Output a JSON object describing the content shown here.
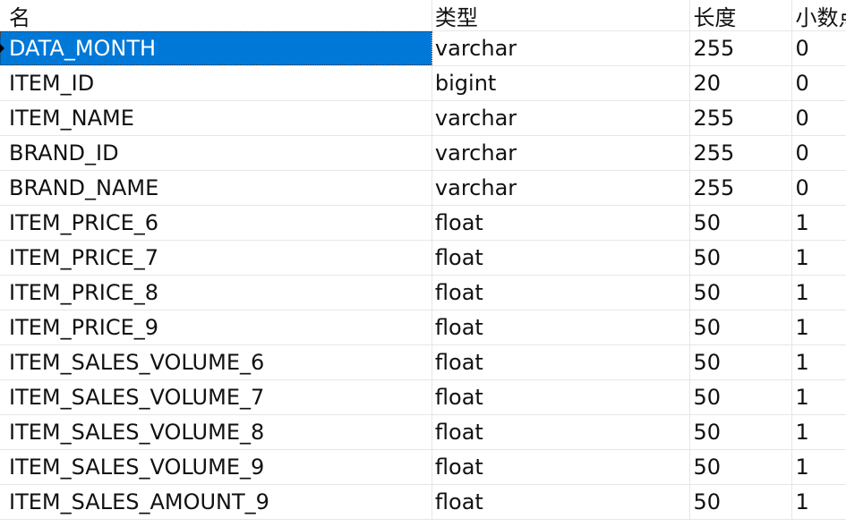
{
  "header": {
    "name": "名",
    "type": "类型",
    "length": "长度",
    "decimals": "小数点"
  },
  "rows": [
    {
      "name": "DATA_MONTH",
      "type": "varchar",
      "length": "255",
      "decimals": "0"
    },
    {
      "name": "ITEM_ID",
      "type": "bigint",
      "length": "20",
      "decimals": "0"
    },
    {
      "name": "ITEM_NAME",
      "type": "varchar",
      "length": "255",
      "decimals": "0"
    },
    {
      "name": "BRAND_ID",
      "type": "varchar",
      "length": "255",
      "decimals": "0"
    },
    {
      "name": "BRAND_NAME",
      "type": "varchar",
      "length": "255",
      "decimals": "0"
    },
    {
      "name": "ITEM_PRICE_6",
      "type": "float",
      "length": "50",
      "decimals": "1"
    },
    {
      "name": "ITEM_PRICE_7",
      "type": "float",
      "length": "50",
      "decimals": "1"
    },
    {
      "name": "ITEM_PRICE_8",
      "type": "float",
      "length": "50",
      "decimals": "1"
    },
    {
      "name": "ITEM_PRICE_9",
      "type": "float",
      "length": "50",
      "decimals": "1"
    },
    {
      "name": "ITEM_SALES_VOLUME_6",
      "type": "float",
      "length": "50",
      "decimals": "1"
    },
    {
      "name": "ITEM_SALES_VOLUME_7",
      "type": "float",
      "length": "50",
      "decimals": "1"
    },
    {
      "name": "ITEM_SALES_VOLUME_8",
      "type": "float",
      "length": "50",
      "decimals": "1"
    },
    {
      "name": "ITEM_SALES_VOLUME_9",
      "type": "float",
      "length": "50",
      "decimals": "1"
    },
    {
      "name": "ITEM_SALES_AMOUNT_9",
      "type": "float",
      "length": "50",
      "decimals": "1"
    }
  ],
  "colors": {
    "selection": "#0078d7",
    "grid_line": "#e6e6e6"
  }
}
